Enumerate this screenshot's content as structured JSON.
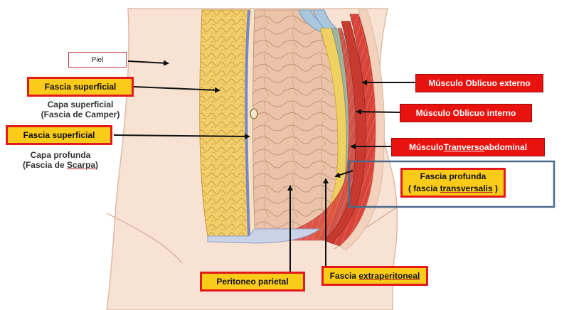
{
  "diagram": {
    "labels": {
      "skin": "Piel",
      "fascia_superficial_1": "Fascia superficial",
      "fascia_superficial_2": "Fascia superficial",
      "capa_superficial_line1": "Capa superficial",
      "capa_superficial_line2": "(Fascia de Camper)",
      "capa_profunda_line1": "Capa profunda",
      "capa_profunda_line2_pre": "(Fascia de ",
      "capa_profunda_line2_link": "Scarpa",
      "capa_profunda_line2_post": ")",
      "oblicuo_externo": "Músculo Oblicuo externo",
      "oblicuo_interno": "Músculo Oblicuo interno",
      "transverso_pre": "Músculo ",
      "transverso_link": "Tranverso",
      "transverso_post": " abdominal",
      "fascia_profunda_line1": "Fascia profunda",
      "fascia_profunda_line2_pre": "( fascia ",
      "fascia_profunda_line2_link": "transversalis",
      "fascia_profunda_line2_post": " )",
      "peritoneo": "Peritoneo parietal",
      "extraperitoneal_pre": "Fascia ",
      "extraperitoneal_link": "extraperitoneal"
    },
    "colors": {
      "label_fill": "#fbcb1a",
      "label_border": "#e21a1a",
      "muscle_label_fill": "#e8120f",
      "highlight_box": "#4a6b8c"
    }
  }
}
